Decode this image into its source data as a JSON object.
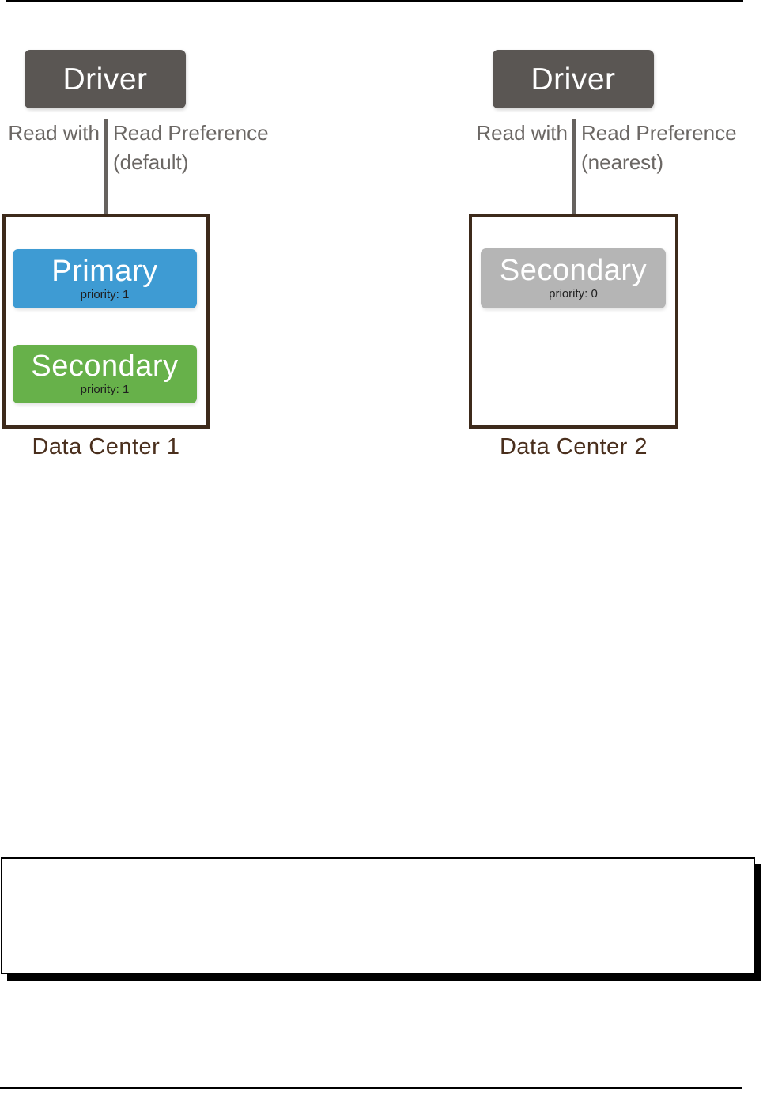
{
  "colors": {
    "driver_bg": "#5a5653",
    "primary_bg": "#3e9bd3",
    "secondary_green_bg": "#67b14a",
    "secondary_gray_bg": "#b5b5b5",
    "dc_border": "#3d2a1b",
    "dc_label_text": "#4a2f1d",
    "annotation_text": "#6b6764",
    "arrow": "#66625f",
    "priority_text": "#1f1f1f"
  },
  "diagram": {
    "left": {
      "driver_label": "Driver",
      "read_with": "Read with",
      "read_preference": "Read Preference",
      "read_preference_mode": "(default)",
      "data_center_label": "Data Center 1",
      "nodes": [
        {
          "label": "Primary",
          "priority": "priority: 1"
        },
        {
          "label": "Secondary",
          "priority": "priority: 1"
        }
      ]
    },
    "right": {
      "driver_label": "Driver",
      "read_with": "Read with",
      "read_preference": "Read Preference",
      "read_preference_mode": "(nearest)",
      "data_center_label": "Data Center 2",
      "nodes": [
        {
          "label": "Secondary",
          "priority": "priority: 0"
        }
      ]
    },
    "note_box_text": ""
  }
}
